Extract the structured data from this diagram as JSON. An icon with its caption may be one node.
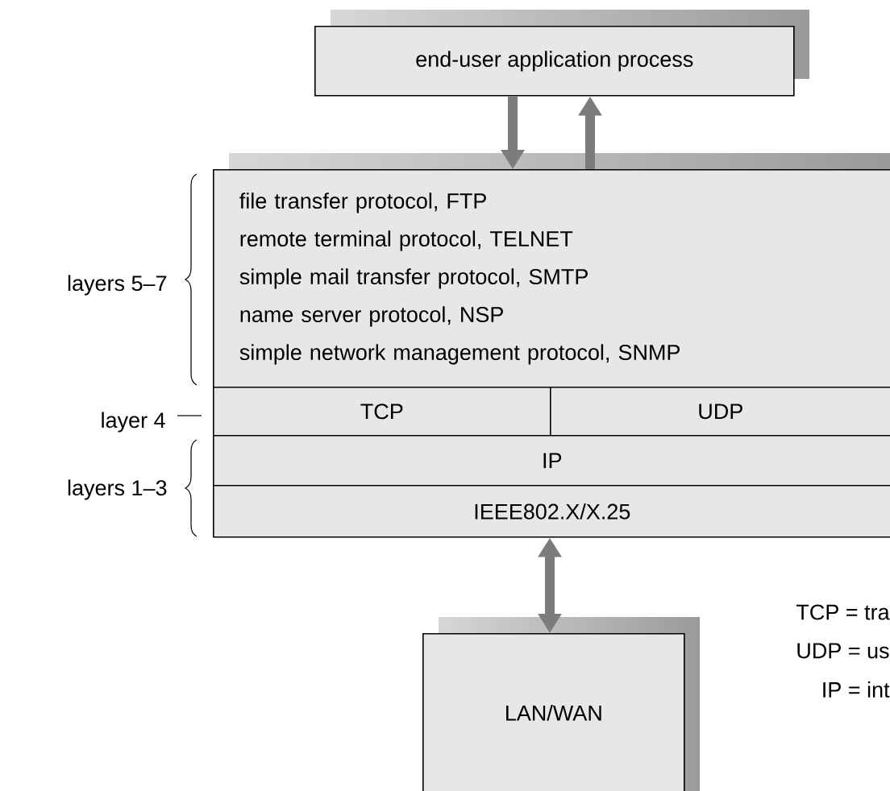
{
  "diagram": {
    "nodes": [
      {
        "text": [
          "end-user application process"
        ]
      },
      {
        "text": [
          "file transfer protocol, FTP",
          "remote terminal protocol, TELNET",
          "simple mail transfer protocol, SMTP",
          "name server protocol, NSP",
          "simple network management protocol, SNMP"
        ]
      },
      {
        "text": [
          "TCP"
        ]
      },
      {
        "text": [
          "UDP"
        ]
      },
      {
        "text": [
          "IP"
        ]
      },
      {
        "text": [
          "IEEE802.X/X.25"
        ]
      },
      {
        "text": [
          "LAN/WAN"
        ]
      }
    ],
    "edges": [
      {
        "from": 0,
        "to": 1,
        "arrow": "to"
      },
      {
        "from": 1,
        "to": 0,
        "arrow": "to"
      },
      {
        "from": 5,
        "to": 6,
        "arrow": "both"
      }
    ],
    "labels": [
      "layers 5–7",
      "layer 4",
      "layers 1–3",
      "TCP = tra",
      "UDP = us",
      "IP = int"
    ]
  }
}
